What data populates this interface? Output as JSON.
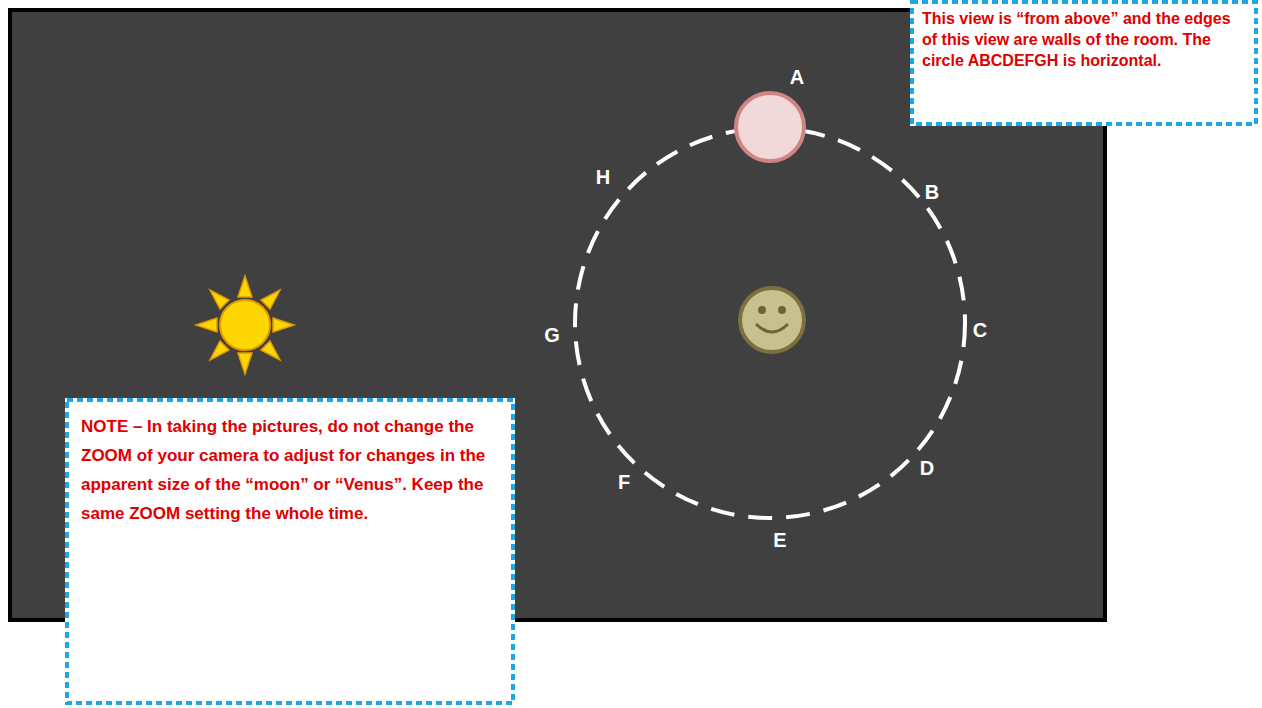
{
  "diagram": {
    "nodes": [
      {
        "text": [
          "This view is “from above” and the edges of this view are walls of the room.  The circle ABCDEFGH is horizontal."
        ]
      },
      {
        "text": [
          "NOTE – In taking the pictures, do not change the ZOOM of your camera to adjust for changes in the apparent size of the “moon” or “Venus”.  Keep the same ZOOM setting the whole time."
        ]
      }
    ],
    "labels": [
      "A",
      "B",
      "C",
      "D",
      "E",
      "F",
      "G",
      "H"
    ]
  }
}
